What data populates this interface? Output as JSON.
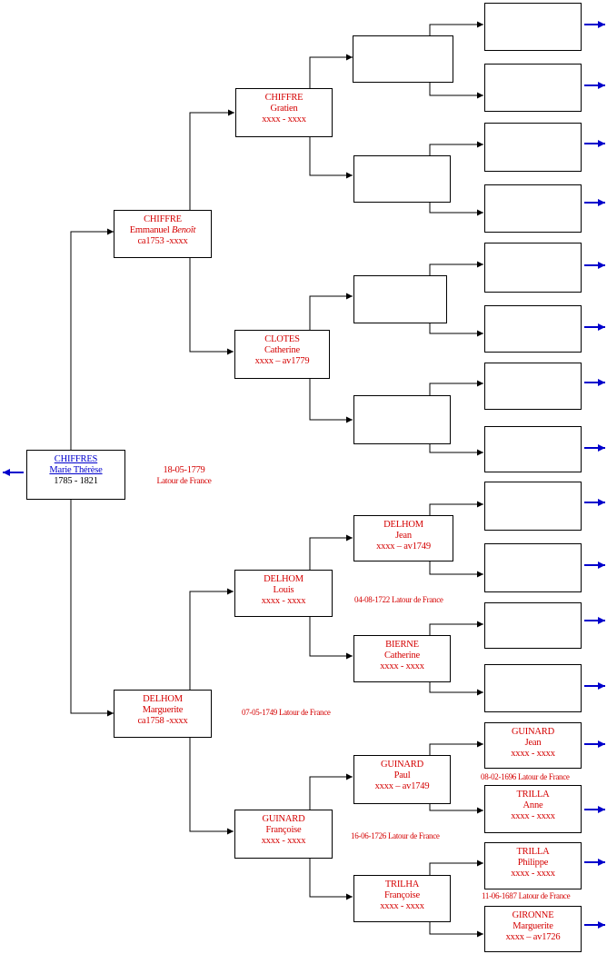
{
  "colors": {
    "line": "#000000",
    "name": "#d40000",
    "link": "#0000cc",
    "arrow": "#0000cc"
  },
  "root": {
    "surname": "CHIFFRES",
    "given": "Marie Thérèse",
    "dates": "1785 - 1821"
  },
  "root_marriage": {
    "date": "18-05-1779",
    "place": "Latour de France"
  },
  "gen1": {
    "father": {
      "surname": "CHIFFRE",
      "given": "Emmanuel",
      "given_italic": "Benoît",
      "dates": "ca1753 -xxxx"
    },
    "mother": {
      "surname": "DELHOM",
      "given": "Marguerite",
      "dates": "ca1758 -xxxx"
    }
  },
  "gen2": {
    "ff": {
      "surname": "CHIFFRE",
      "given": "Gratien",
      "dates": "xxxx - xxxx"
    },
    "fm": {
      "surname": "CLOTES",
      "given": "Catherine",
      "dates": "xxxx – av1779"
    },
    "mf": {
      "surname": "DELHOM",
      "given": "Louis",
      "dates": "xxxx - xxxx"
    },
    "mm": {
      "surname": "GUINARD",
      "given": "Françoise",
      "dates": "xxxx - xxxx"
    }
  },
  "gen3": {
    "mff": {
      "surname": "DELHOM",
      "given": "Jean",
      "dates": "xxxx – av1749"
    },
    "mfm": {
      "surname": "BIERNE",
      "given": "Catherine",
      "dates": "xxxx - xxxx"
    },
    "mmf": {
      "surname": "GUINARD",
      "given": "Paul",
      "dates": "xxxx – av1749"
    },
    "mmm": {
      "surname": "TRILHA",
      "given": "Françoise",
      "dates": "xxxx - xxxx"
    }
  },
  "gen4": {
    "mmff": {
      "surname": "GUINARD",
      "given": "Jean",
      "dates": "xxxx - xxxx"
    },
    "mmfm": {
      "surname": "TRILLA",
      "given": "Anne",
      "dates": "xxxx - xxxx"
    },
    "mmmf": {
      "surname": "TRILLA",
      "given": "Philippe",
      "dates": "xxxx - xxxx"
    },
    "mmmm": {
      "surname": "GIRONNE",
      "given": "Marguerite",
      "dates": "xxxx – av1726"
    }
  },
  "marriages": {
    "delhom_guinard": "07-05-1749 Latour de France",
    "delhom_bierne": "04-08-1722 Latour de France",
    "guinard_trilha": "16-06-1726 Latour de France",
    "guinard_trilla": "08-02-1696  Latour de France",
    "trilla_gironne": "11-06-1687 Latour de France"
  }
}
